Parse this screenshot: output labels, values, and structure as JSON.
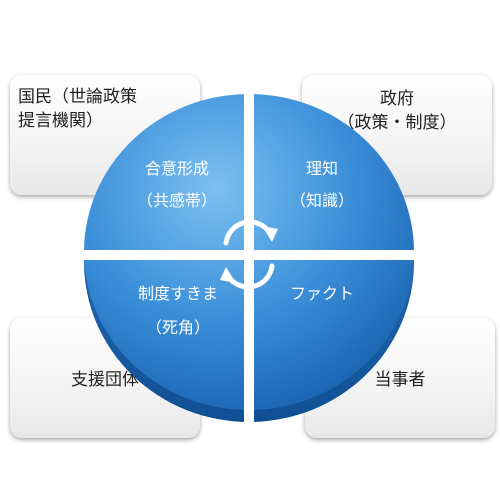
{
  "corners": {
    "top_left": {
      "line1": "国民（世論政策",
      "line2": "提言機関）"
    },
    "top_right": {
      "line1": "政府",
      "line2": "（政策・制度）"
    },
    "bottom_left": {
      "label": "支援団体"
    },
    "bottom_right": {
      "label": "当事者"
    }
  },
  "quadrants": {
    "top_left": {
      "line1": "合意形成",
      "line2": "（共感帯）"
    },
    "top_right": {
      "line1": "理知",
      "line2": "（知識）"
    },
    "bottom_left": {
      "line1": "制度すきま",
      "line2": "（死角）"
    },
    "bottom_right": {
      "line1": "ファクト"
    }
  },
  "colors": {
    "disk_light": "#5aa8e6",
    "disk_dark": "#1f6fc0",
    "divider": "#ffffff",
    "text_on_disk": "#ffffff"
  },
  "icons": {
    "center": "cycle-arrows-icon"
  }
}
